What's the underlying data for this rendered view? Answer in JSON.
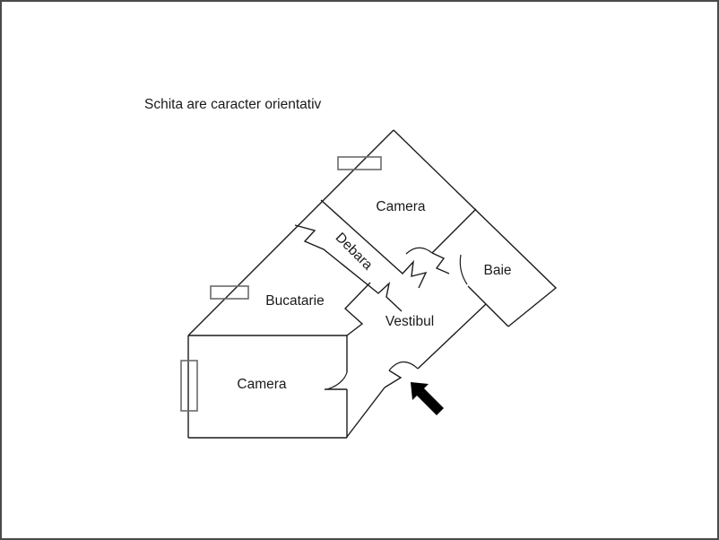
{
  "page": {
    "title": "Schita are caracter orientativ"
  },
  "colors": {
    "background": "#ffffff",
    "wall": "#1c1c1c",
    "window_frame": "#6b6b6b",
    "border": "#4a4a4a",
    "entrance_arrow": "#000000"
  },
  "floor_plan": {
    "rooms": [
      {
        "id": "camera-top",
        "label": "Camera"
      },
      {
        "id": "debara",
        "label": "Debara"
      },
      {
        "id": "baie",
        "label": "Baie"
      },
      {
        "id": "bucatarie",
        "label": "Bucatarie"
      },
      {
        "id": "vestibul",
        "label": "Vestibul"
      },
      {
        "id": "camera-bottom",
        "label": "Camera"
      }
    ],
    "icons": {
      "entrance": "entrance-arrow",
      "windows": [
        "window-top",
        "window-left-diagonal",
        "window-left-vertical"
      ]
    }
  }
}
